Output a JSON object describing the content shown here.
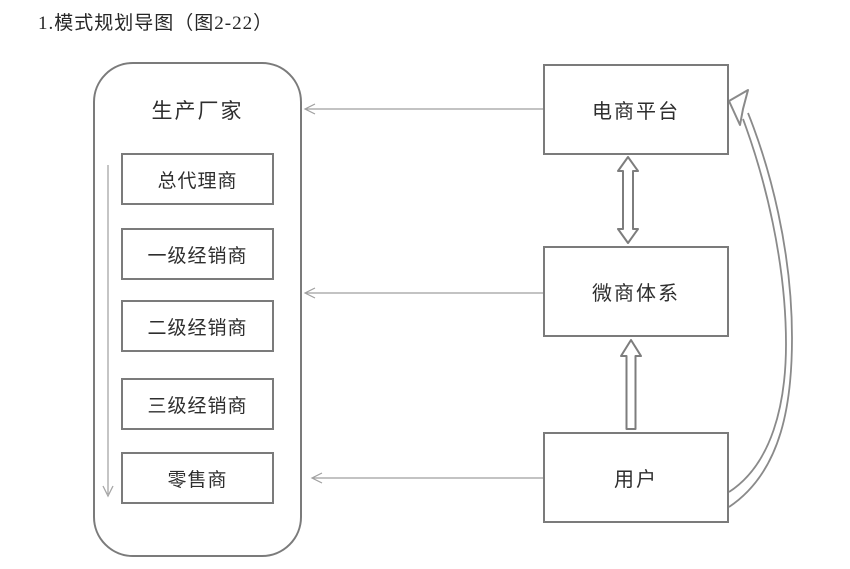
{
  "title": "1.模式规划导图（图2-22）",
  "diagram": {
    "manufacturer": {
      "label": "生产厂家",
      "levels": [
        "总代理商",
        "一级经销商",
        "二级经销商",
        "三级经销商",
        "零售商"
      ]
    },
    "nodes": {
      "ecommerce": {
        "label": "电商平台"
      },
      "weishang": {
        "label": "微商体系"
      },
      "user": {
        "label": "用户"
      }
    },
    "connections": [
      {
        "from": "电商平台",
        "to": "生产厂家",
        "style": "thin-arrow-left"
      },
      {
        "from": "微商体系",
        "to": "生产厂家",
        "style": "thin-arrow-left"
      },
      {
        "from": "用户",
        "to": "生产厂家",
        "style": "thin-arrow-left"
      },
      {
        "from": "电商平台",
        "to": "微商体系",
        "style": "hollow-double-arrow"
      },
      {
        "from": "用户",
        "to": "微商体系",
        "style": "hollow-arrow-up"
      },
      {
        "from": "用户",
        "to": "电商平台",
        "style": "curved-hollow-arrow"
      },
      {
        "from": "总代理商",
        "to": "零售商",
        "style": "thin-arrow-down-hierarchy"
      }
    ],
    "colors": {
      "box_border": "#7b7b7b",
      "thin_line": "#9f9f9f",
      "curve_line": "#8a8a8a",
      "text": "#2e2e2e",
      "background": "#ffffff"
    }
  }
}
